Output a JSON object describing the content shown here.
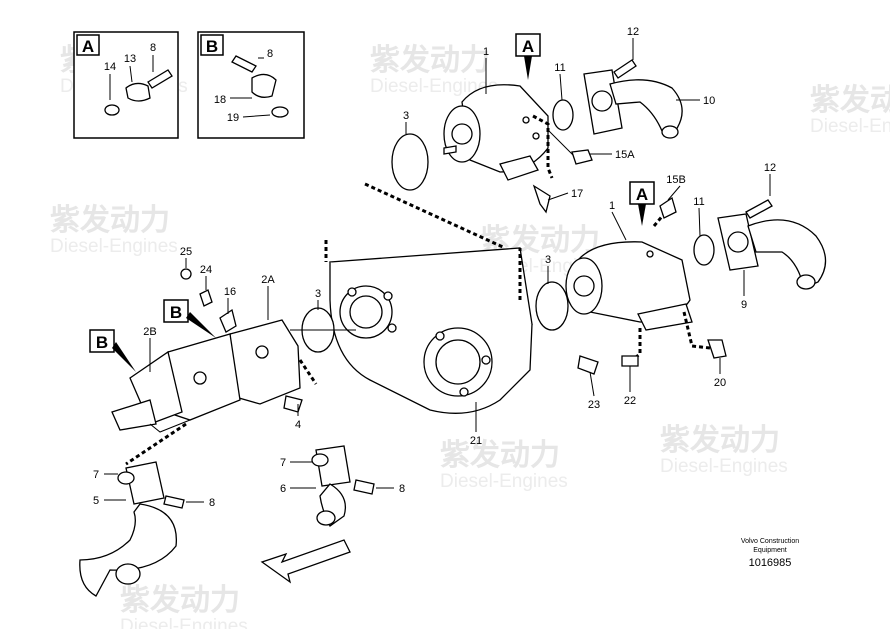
{
  "watermark": {
    "brand": "紫发动力",
    "sub": "Diesel-Engines"
  },
  "detail_boxes": [
    {
      "letter": "A",
      "labels": [
        "14",
        "13",
        "8"
      ]
    },
    {
      "letter": "B",
      "labels": [
        "8",
        "18",
        "19"
      ]
    }
  ],
  "callouts": {
    "pump_top": "A",
    "pump_mid": "A",
    "left_b1": "B",
    "left_b2": "B"
  },
  "part_labels": {
    "p1_top": "1",
    "p1_mid": "1",
    "p12_top": "12",
    "p12_mid": "12",
    "p11_top": "11",
    "p11_mid": "11",
    "p10": "10",
    "p3_top": "3",
    "p3_mid": "3",
    "p3_left": "3",
    "p15A": "15A",
    "p15B": "15B",
    "p17": "17",
    "p9": "9",
    "p20": "20",
    "p22": "22",
    "p23": "23",
    "p25": "25",
    "p24": "24",
    "p16": "16",
    "p2A": "2A",
    "p2B": "2B",
    "p4": "4",
    "p21": "21",
    "p7_left": "7",
    "p5": "5",
    "p8_left": "8",
    "p7_mid": "7",
    "p6": "6",
    "p8_mid": "8"
  },
  "footer": {
    "maker_line1": "Volvo Construction",
    "maker_line2": "Equipment",
    "drawing_number": "1016985"
  }
}
